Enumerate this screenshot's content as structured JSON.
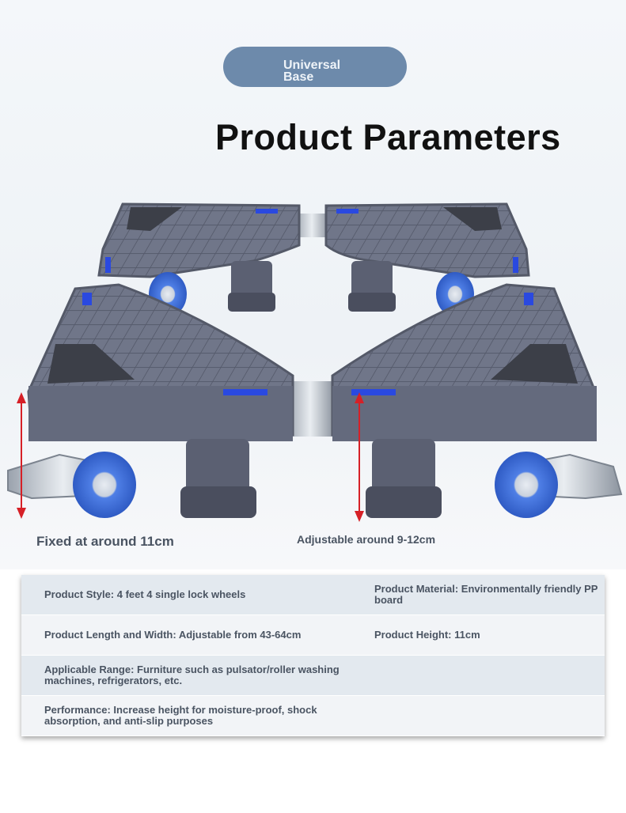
{
  "badge": {
    "label": "Universal Base"
  },
  "title": "Product Parameters",
  "captions": {
    "left": "Fixed at around 11cm",
    "right": "Adjustable around 9-12cm"
  },
  "params": {
    "style": "Product Style: 4 feet 4 single lock wheels",
    "material": "Product Material: Environmentally friendly PP board",
    "length_width": "Product Length and Width: Adjustable from 43-64cm",
    "height": "Product Height: 11cm",
    "range": "Applicable Range: Furniture such as pulsator/roller washing machines, refrigerators, etc.",
    "performance": "Performance: Increase height for moisture-proof, shock absorption, and anti-slip purposes"
  },
  "colors": {
    "badge": "#6d8aab",
    "frame": "#646a7d",
    "wheel": "#3f6fd6",
    "arrow": "#d62027",
    "accent": "#2a49e0"
  }
}
